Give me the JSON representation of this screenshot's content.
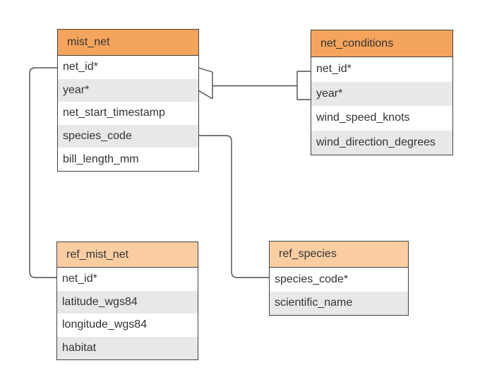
{
  "colors": {
    "background": "#FFFFFF",
    "header_strong": "#F5A45C",
    "header_light": "#FBCEA2",
    "row_alt": "#E8E8E8",
    "row_default": "#FFFFFF",
    "table_border": "#424242",
    "connector": "#4D4D4D",
    "text": "#333333"
  },
  "tables": [
    {
      "title": "mist_net",
      "header_color": "#F5A45C",
      "rows": [
        "net_id*",
        "year*",
        "net_start_timestamp",
        "species_code",
        "bill_length_mm"
      ]
    },
    {
      "title": "net_conditions",
      "header_color": "#F5A45C",
      "rows": [
        "net_id*",
        "year*",
        "wind_speed_knots",
        "wind_direction_degrees"
      ]
    },
    {
      "title": "ref_mist_net",
      "header_color": "#FBCEA2",
      "rows": [
        "net_id*",
        "latitude_wgs84",
        "longitude_wgs84",
        "habitat"
      ]
    },
    {
      "title": "ref_species",
      "header_color": "#FBCEA2",
      "rows": [
        "species_code*",
        "scientific_name"
      ]
    }
  ],
  "relationships": [
    {
      "from_table": "mist_net",
      "from_columns": [
        "net_id*",
        "year*"
      ],
      "to_table": "net_conditions",
      "to_columns": [
        "net_id*",
        "year*"
      ]
    },
    {
      "from_table": "mist_net",
      "from_columns": [
        "net_id*"
      ],
      "to_table": "ref_mist_net",
      "to_columns": [
        "net_id*"
      ]
    },
    {
      "from_table": "mist_net",
      "from_columns": [
        "species_code"
      ],
      "to_table": "ref_species",
      "to_columns": [
        "species_code*"
      ]
    }
  ]
}
